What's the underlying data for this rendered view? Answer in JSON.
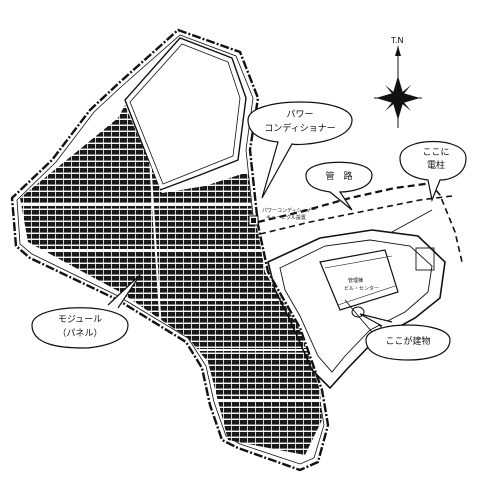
{
  "map": {
    "labels": {
      "power_conditioner_line1": "パワー",
      "power_conditioner_line2": "コンディショナー",
      "conduit": "管　路",
      "utility_pole_line1": "ここに",
      "utility_pole_line2": "電柱",
      "module_line1": "モジュール",
      "module_line2": "（パネル）",
      "building": "ここが建物",
      "north": "T.N"
    },
    "colors": {
      "ink": "#111111",
      "panel": "#1a1a1a",
      "paper": "#ffffff"
    }
  }
}
